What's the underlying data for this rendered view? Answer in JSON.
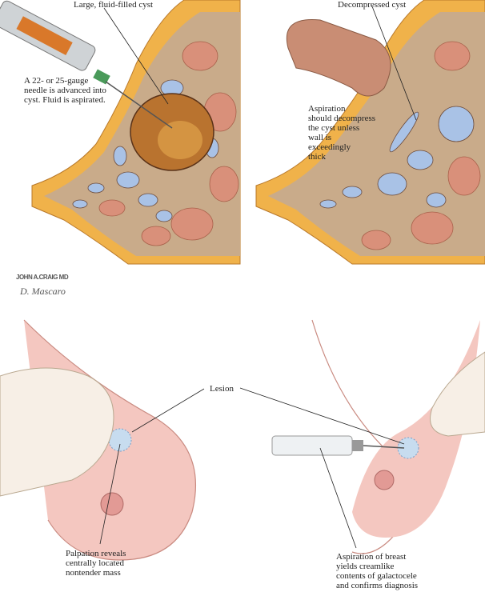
{
  "panels": {
    "top_left": {
      "cyst_label": "Large, fluid-filled cyst",
      "needle_label_lines": [
        "A 22- or 25-gauge",
        "needle is advanced into",
        "cyst. Fluid is aspirated."
      ]
    },
    "top_right": {
      "cyst_label": "Decompressed cyst",
      "aspiration_label_lines": [
        "Aspiration",
        "should decompress",
        "the cyst unless",
        "wall is",
        "exceedingly",
        "thick"
      ]
    },
    "bottom": {
      "lesion_label": "Lesion",
      "palpation_label_lines": [
        "Palpation reveals",
        "centrally located",
        "nontender mass"
      ],
      "aspiration_label_lines": [
        "Aspiration of breast",
        "yields creamlike",
        "contents of galactocele",
        "and confirms diagnosis"
      ]
    }
  },
  "signatures": {
    "artist1": "JOHN A.CRAIG MD",
    "artist2": "D. Mascaro"
  },
  "colors": {
    "fat": "#f0b24a",
    "stroma": "#c9ab8a",
    "cyst": "#a9c2e6",
    "lobule": "#d9907a",
    "skin": "#f4c7c0",
    "large_cyst": "#b9732f"
  }
}
